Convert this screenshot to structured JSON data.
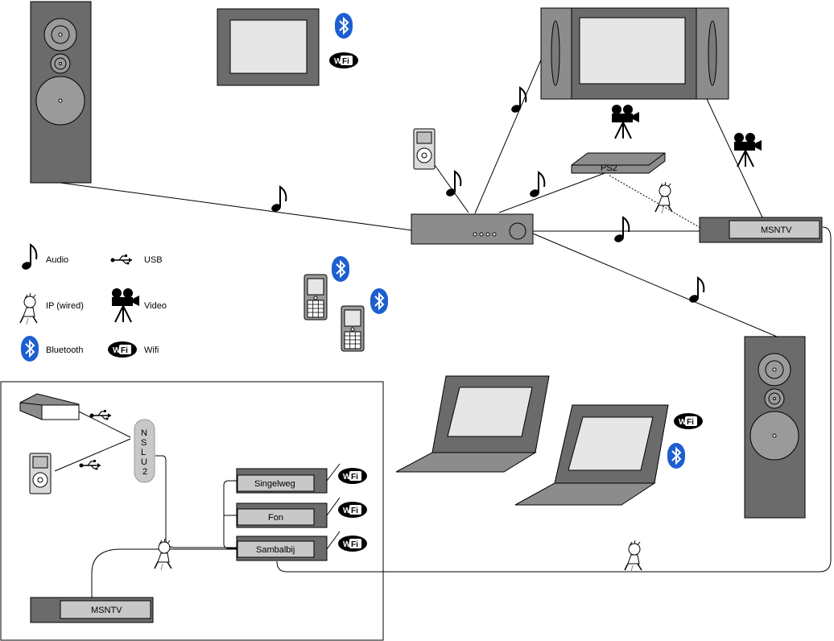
{
  "legend": {
    "audio": "Audio",
    "usb": "USB",
    "ip": "IP (wired)",
    "video": "Video",
    "bluetooth": "Bluetooth",
    "wifi": "Wifi"
  },
  "devices": {
    "ps2": "PS2",
    "msntv_right": "MSNTV",
    "msntv_left": "MSNTV",
    "nslu2": "NSLU2",
    "router_singelweg": "Singelweg",
    "router_fon": "Fon",
    "router_sambalbij": "Sambalbij"
  },
  "icons": {
    "wifi_text": "WiFi",
    "bluetooth": "bluetooth-icon",
    "audio": "music-note-icon",
    "video": "video-camera-icon",
    "usb": "usb-icon",
    "ip": "ip-wired-figure-icon"
  },
  "colors": {
    "device_gray": "#8c8c8c",
    "device_dark": "#6b6b6b",
    "screen": "#e6e6e6",
    "bluetooth": "#1e5fd0",
    "label_box": "#c8c8c8"
  }
}
